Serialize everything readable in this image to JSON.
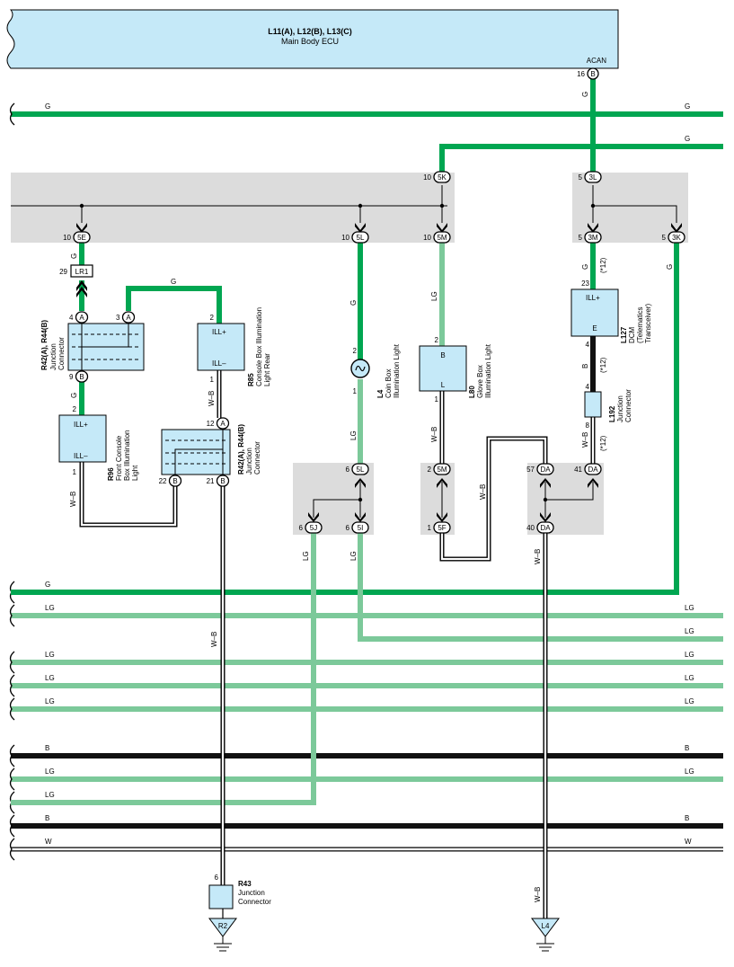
{
  "ecu": {
    "title": "L11(A), L12(B), L13(C)",
    "name": "Main Body ECU",
    "acan_label": "ACAN",
    "acan_pin": "16",
    "acan_conn": "B"
  },
  "colors": {
    "G": "#00a651",
    "LG": "#7cc99a",
    "B": "#111111",
    "W": "#ffffff",
    "component_fill": "#c5e9f8",
    "junction_fill": "#dcdcdc"
  },
  "buses": [
    {
      "label": "G",
      "code": "G",
      "left_label": "G",
      "right_label": "G"
    },
    {
      "label": "G",
      "code": "G",
      "left_label": "",
      "right_label": "G"
    },
    {
      "label": "G",
      "code": "G",
      "left_label": "G",
      "right_label": ""
    },
    {
      "label": "LG",
      "code": "LG",
      "left_label": "LG",
      "right_label": "LG"
    },
    {
      "label": "LG",
      "code": "LG",
      "left_label": "",
      "right_label": "LG"
    },
    {
      "label": "LG",
      "code": "LG",
      "left_label": "LG",
      "right_label": "LG"
    },
    {
      "label": "LG",
      "code": "LG",
      "left_label": "LG",
      "right_label": "LG"
    },
    {
      "label": "LG",
      "code": "LG",
      "left_label": "LG",
      "right_label": "LG"
    },
    {
      "label": "B",
      "code": "B",
      "left_label": "B",
      "right_label": "B"
    },
    {
      "label": "LG",
      "code": "LG",
      "left_label": "LG",
      "right_label": "LG"
    },
    {
      "label": "LG",
      "code": "LG",
      "left_label": "LG",
      "right_label": ""
    },
    {
      "label": "B",
      "code": "B",
      "left_label": "B",
      "right_label": "B"
    },
    {
      "label": "W",
      "code": "W",
      "left_label": "W",
      "right_label": "W"
    }
  ],
  "wire_labels": {
    "g": "G",
    "lg": "LG",
    "b": "B",
    "wb": "W–B",
    "x12": "(*12)"
  },
  "connectors": {
    "c5E": {
      "code": "5E",
      "pin": "10"
    },
    "c5L_top": {
      "code": "5L",
      "pin": "10"
    },
    "c5M_top": {
      "code": "5M",
      "pin": "10"
    },
    "c5K": {
      "code": "5K",
      "pin": "10"
    },
    "c3L": {
      "code": "3L",
      "pin": "5"
    },
    "c3M": {
      "code": "3M",
      "pin": "5"
    },
    "c3K": {
      "code": "3K",
      "pin": "5"
    },
    "lr1": {
      "code": "LR1",
      "pin": "29"
    },
    "r42_a_top": {
      "code": "A",
      "pin": "4"
    },
    "r42_a_top2": {
      "code": "A",
      "pin": "3"
    },
    "r42_b_top": {
      "code": "B",
      "pin": "9"
    },
    "r42_a_low": {
      "code": "A",
      "pin": "12"
    },
    "r42_b_low1": {
      "code": "B",
      "pin": "22"
    },
    "r42_b_low2": {
      "code": "B",
      "pin": "21"
    },
    "c5L_low": {
      "code": "5L",
      "pin": "6"
    },
    "c5J": {
      "code": "5J",
      "pin": "6"
    },
    "c5I": {
      "code": "5I",
      "pin": "6"
    },
    "c5M_low": {
      "code": "5M",
      "pin": "2"
    },
    "c5F": {
      "code": "5F",
      "pin": "1"
    },
    "cDA57": {
      "code": "DA",
      "pin": "57"
    },
    "cDA41": {
      "code": "DA",
      "pin": "41"
    },
    "cDA40": {
      "code": "DA",
      "pin": "40"
    }
  },
  "components": {
    "r42_top": {
      "ref": "R42(A), R44(B)",
      "desc1": "Junction",
      "desc2": "Connector"
    },
    "r42_low": {
      "ref": "R42(A), R44(B)",
      "desc1": "Junction",
      "desc2": "Connector"
    },
    "r96": {
      "ref": "R96",
      "desc1": "Front Console",
      "desc2": "Box Illumination",
      "desc3": "Light",
      "pin_top": "2",
      "pin_bot": "1",
      "ill_plus": "ILL+",
      "ill_minus": "ILL–"
    },
    "r85": {
      "ref": "R85",
      "desc1": "Console Box Illumination",
      "desc2": "Light Rear",
      "pin_top": "2",
      "pin_bot": "1",
      "ill_plus": "ILL+",
      "ill_minus": "ILL–"
    },
    "l4": {
      "ref": "L4",
      "desc1": "Coin Box",
      "desc2": "Illumination Light",
      "pin_top": "2",
      "pin_bot": "1"
    },
    "l80": {
      "ref": "L80",
      "desc1": "Glove Box",
      "desc2": "Illumination Light",
      "pin_top": "2",
      "pin_bot": "1",
      "term_b": "B",
      "term_l": "L"
    },
    "l127": {
      "ref": "L127",
      "desc1": "DCM",
      "desc2": "(Telematics",
      "desc3": "Transceiver)",
      "pin_top": "23",
      "pin_bot": "4",
      "ill_plus": "ILL+",
      "term_e": "E"
    },
    "l192": {
      "ref": "L192",
      "desc1": "Junction",
      "desc2": "Connector",
      "pin_top": "4",
      "pin_bot": "8"
    },
    "r43": {
      "ref": "R43",
      "desc1": "Junction",
      "desc2": "Connector",
      "pin": "6"
    }
  },
  "grounds": {
    "r2": "R2",
    "l4": "L4"
  }
}
